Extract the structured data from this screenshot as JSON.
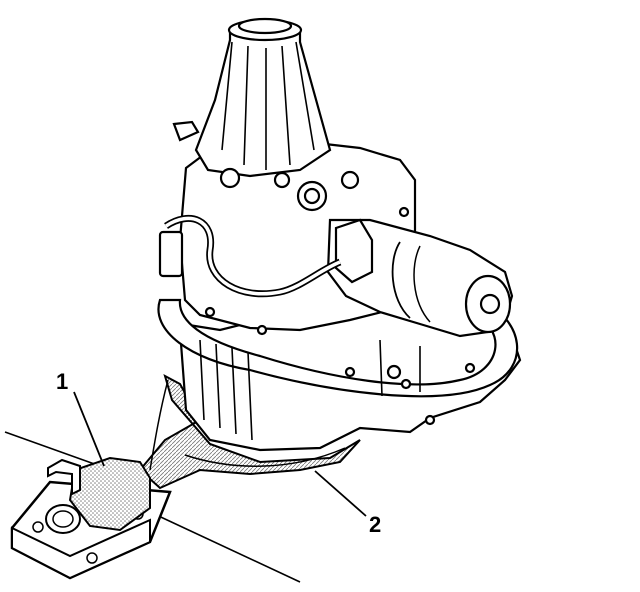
{
  "diagram": {
    "callouts": [
      {
        "id": "1",
        "label": "1"
      },
      {
        "id": "2",
        "label": "2"
      }
    ],
    "colors": {
      "line": "#000000",
      "fill": "#ffffff",
      "hatch": "#9a9a9a"
    }
  }
}
